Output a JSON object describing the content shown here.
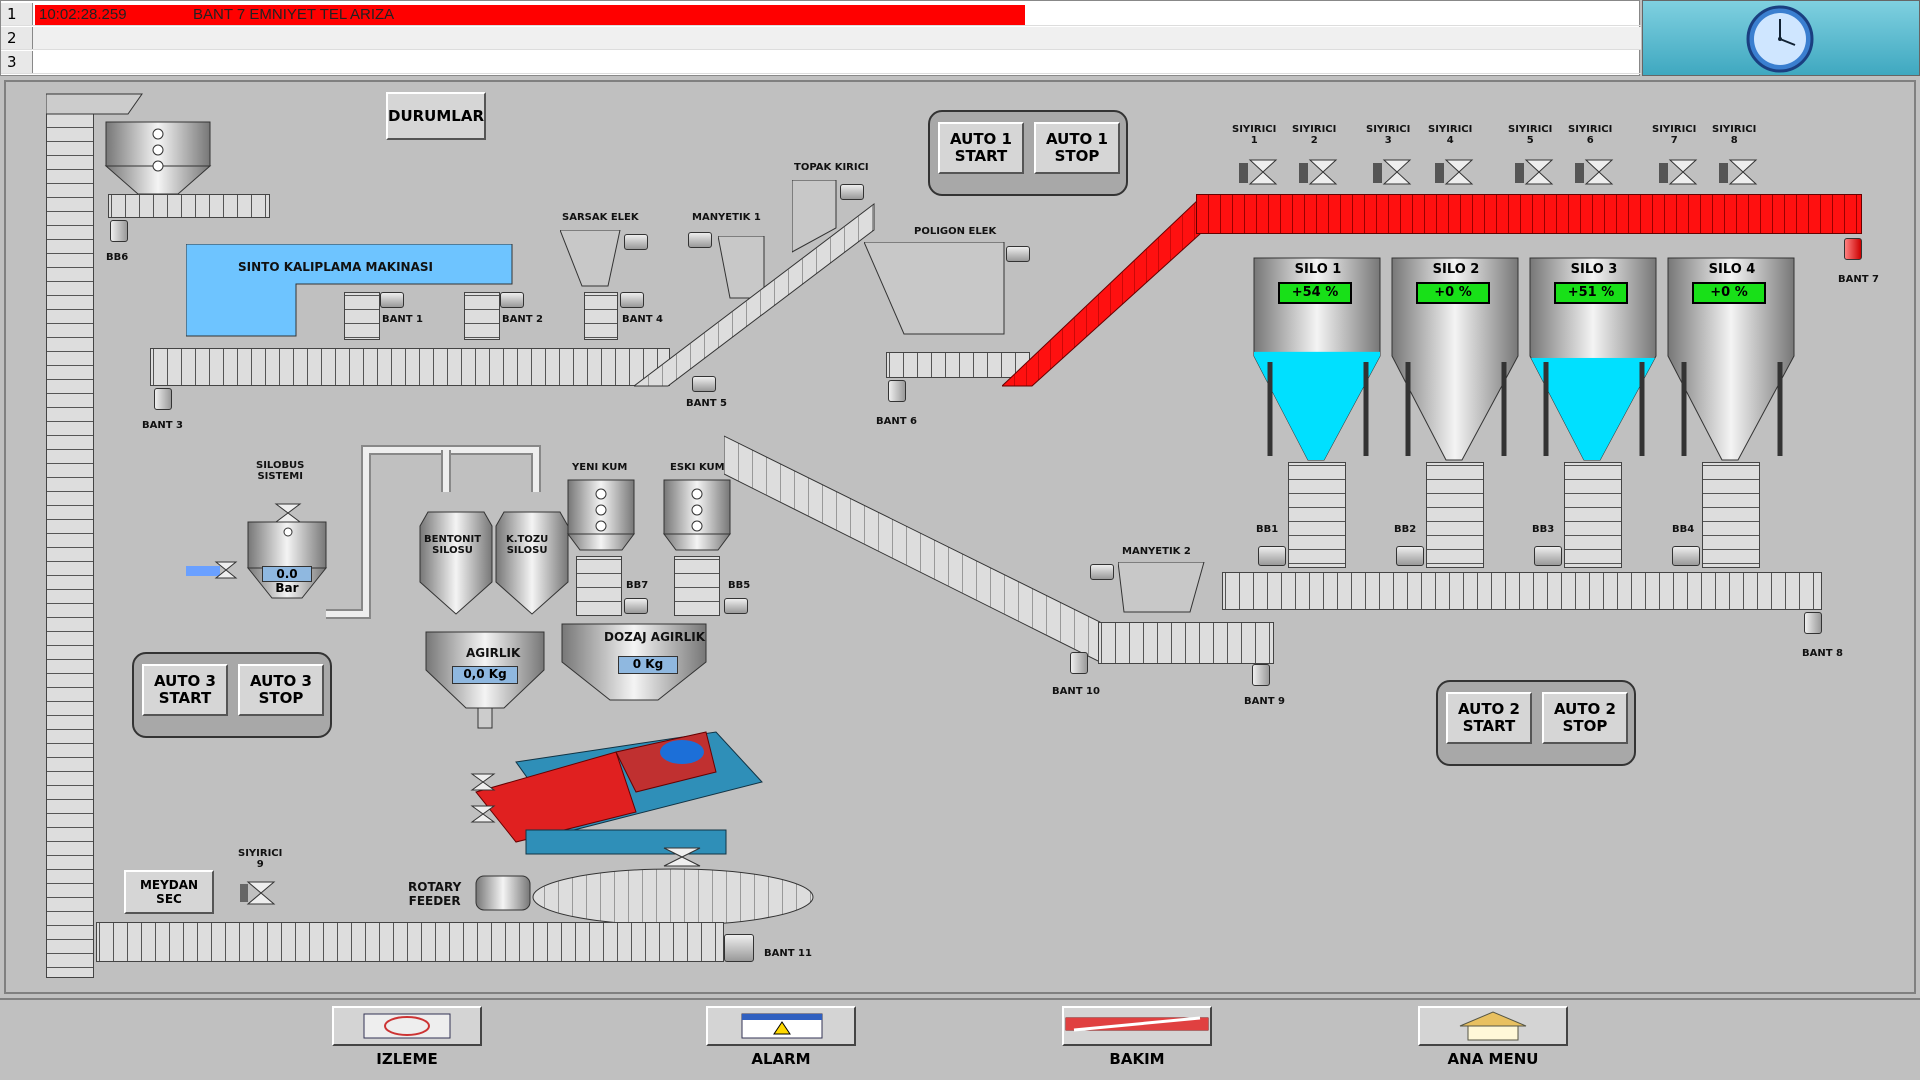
{
  "alarms": [
    {
      "num": "1",
      "time": "10:02:28.259",
      "text": "BANT 7 EMNIYET TEL ARIZA",
      "active": true
    },
    {
      "num": "2",
      "time": "",
      "text": "",
      "active": false
    },
    {
      "num": "3",
      "time": "",
      "text": "",
      "active": false
    }
  ],
  "buttons": {
    "durumlar": "DURUMLAR",
    "auto1_start": "AUTO 1\nSTART",
    "auto1_stop": "AUTO 1\nSTOP",
    "auto2_start": "AUTO 2\nSTART",
    "auto2_stop": "AUTO 2\nSTOP",
    "auto3_start": "AUTO 3\nSTART",
    "auto3_stop": "AUTO 3\nSTOP",
    "meydan_sec": "MEYDAN\nSEC"
  },
  "labels": {
    "sinto": "SINTO KALIPLAMA MAKINASI",
    "bant1": "BANT 1",
    "bant2": "BANT 2",
    "bant3": "BANT 3",
    "bant4": "BANT 4",
    "bant5": "BANT 5",
    "bant6": "BANT 6",
    "bant7": "BANT 7",
    "bant8": "BANT 8",
    "bant9": "BANT 9",
    "bant10": "BANT 10",
    "bant11": "BANT 11",
    "bb6": "BB6",
    "bb7": "BB7",
    "bb5": "BB5",
    "bb1": "BB1",
    "bb2": "BB2",
    "bb3": "BB3",
    "bb4": "BB4",
    "sarsak": "SARSAK ELEK",
    "manyetik1": "MANYETIK 1",
    "topak": "TOPAK KIRICI",
    "poligon": "POLIGON ELEK",
    "manyetik2": "MANYETIK 2",
    "silobus": "SILOBUS\nSISTEMI",
    "bentonit": "BENTONIT\nSILOSU",
    "ktozu": "K.TOZU\nSILOSU",
    "yenikum": "YENI KUM",
    "eskikum": "ESKI KUM",
    "agirlik": "AGIRLIK",
    "dozaj": "DOZAJ AGIRLIK",
    "rotary": "ROTARY\nFEEDER",
    "siyirici9": "SIYIRICI\n9"
  },
  "siyirici": [
    "SIYIRICI\n1",
    "SIYIRICI\n2",
    "SIYIRICI\n3",
    "SIYIRICI\n4",
    "SIYIRICI\n5",
    "SIYIRICI\n6",
    "SIYIRICI\n7",
    "SIYIRICI\n8"
  ],
  "silos": [
    {
      "name": "SILO 1",
      "level_text": "+54 %",
      "level": 0.54
    },
    {
      "name": "SILO 2",
      "level_text": "+0 %",
      "level": 0
    },
    {
      "name": "SILO 3",
      "level_text": "+51 %",
      "level": 0.51
    },
    {
      "name": "SILO 4",
      "level_text": "+0 %",
      "level": 0
    }
  ],
  "values": {
    "pressure": "0.0 Bar",
    "agirlik": "0,0 Kg",
    "dozaj": "0 Kg"
  },
  "footer": {
    "izleme": "IZLEME",
    "alarm": "ALARM",
    "bakim": "BAKIM",
    "ana_menu": "ANA MENU"
  },
  "colors": {
    "alarm": "#ff0000",
    "sinto": "#6ec4ff",
    "silo_fill": "#00e0ff",
    "level_box": "#18e018",
    "conveyor_active": "#ff1010"
  }
}
